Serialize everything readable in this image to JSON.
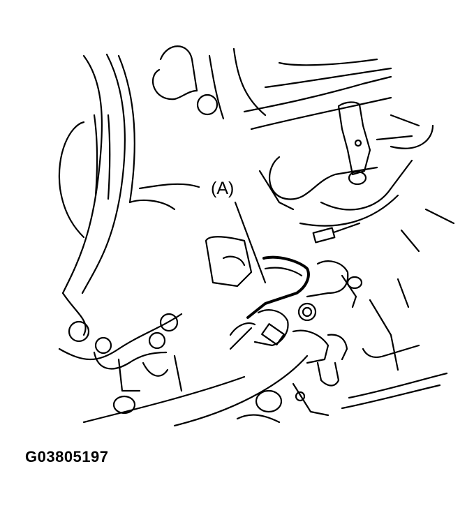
{
  "diagram": {
    "type": "service-manual line illustration",
    "subject": "engine component with pipe/hose routing and bracket",
    "callouts": [
      {
        "id": "A",
        "label": "(A)"
      }
    ],
    "figure_code": "G03805197",
    "colors": {
      "line": "#000000",
      "background": "#ffffff"
    }
  }
}
